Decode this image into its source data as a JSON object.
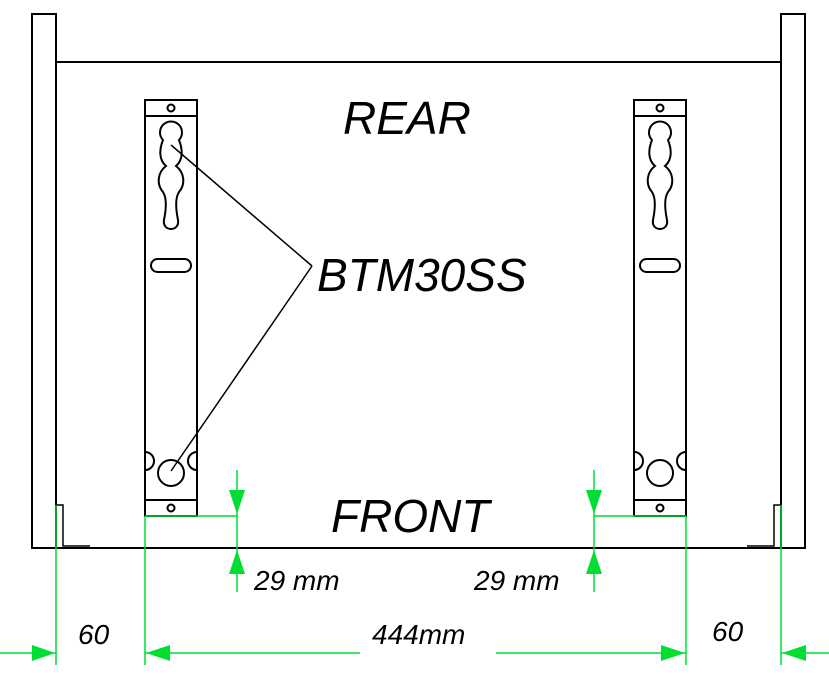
{
  "labels": {
    "rear": "REAR",
    "front": "FRONT",
    "part": "BTM30SS"
  },
  "dimensions": {
    "left_depth": "29 mm",
    "right_depth": "29 mm",
    "left_margin": "60",
    "span": "444mm",
    "right_margin": "60"
  },
  "colors": {
    "outline": "#000000",
    "dimension": "#00dd33",
    "background": "#ffffff"
  }
}
